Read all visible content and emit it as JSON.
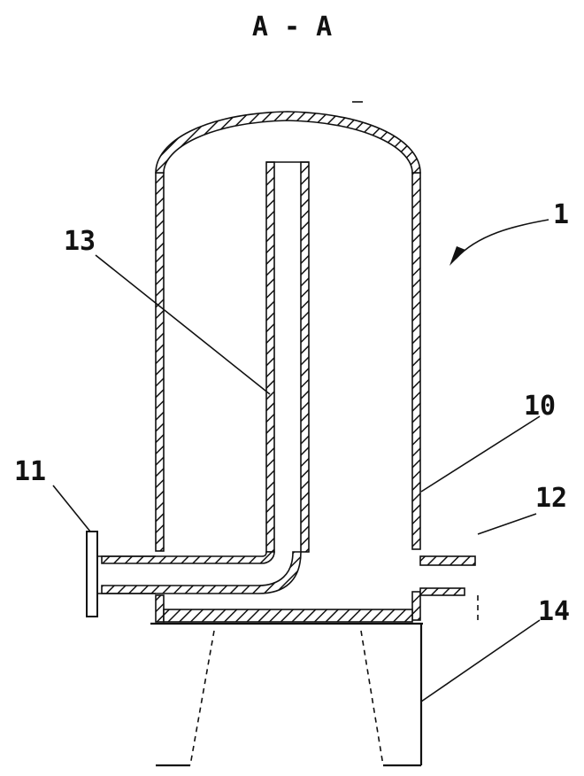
{
  "title": "A - A",
  "labels": {
    "tank": "1",
    "wall": "10",
    "inlet_flange": "11",
    "outlet_pipe": "12",
    "inner_pipe": "13",
    "support_leg": "14"
  },
  "colors": {
    "ink": "#111111",
    "background": "#ffffff"
  }
}
